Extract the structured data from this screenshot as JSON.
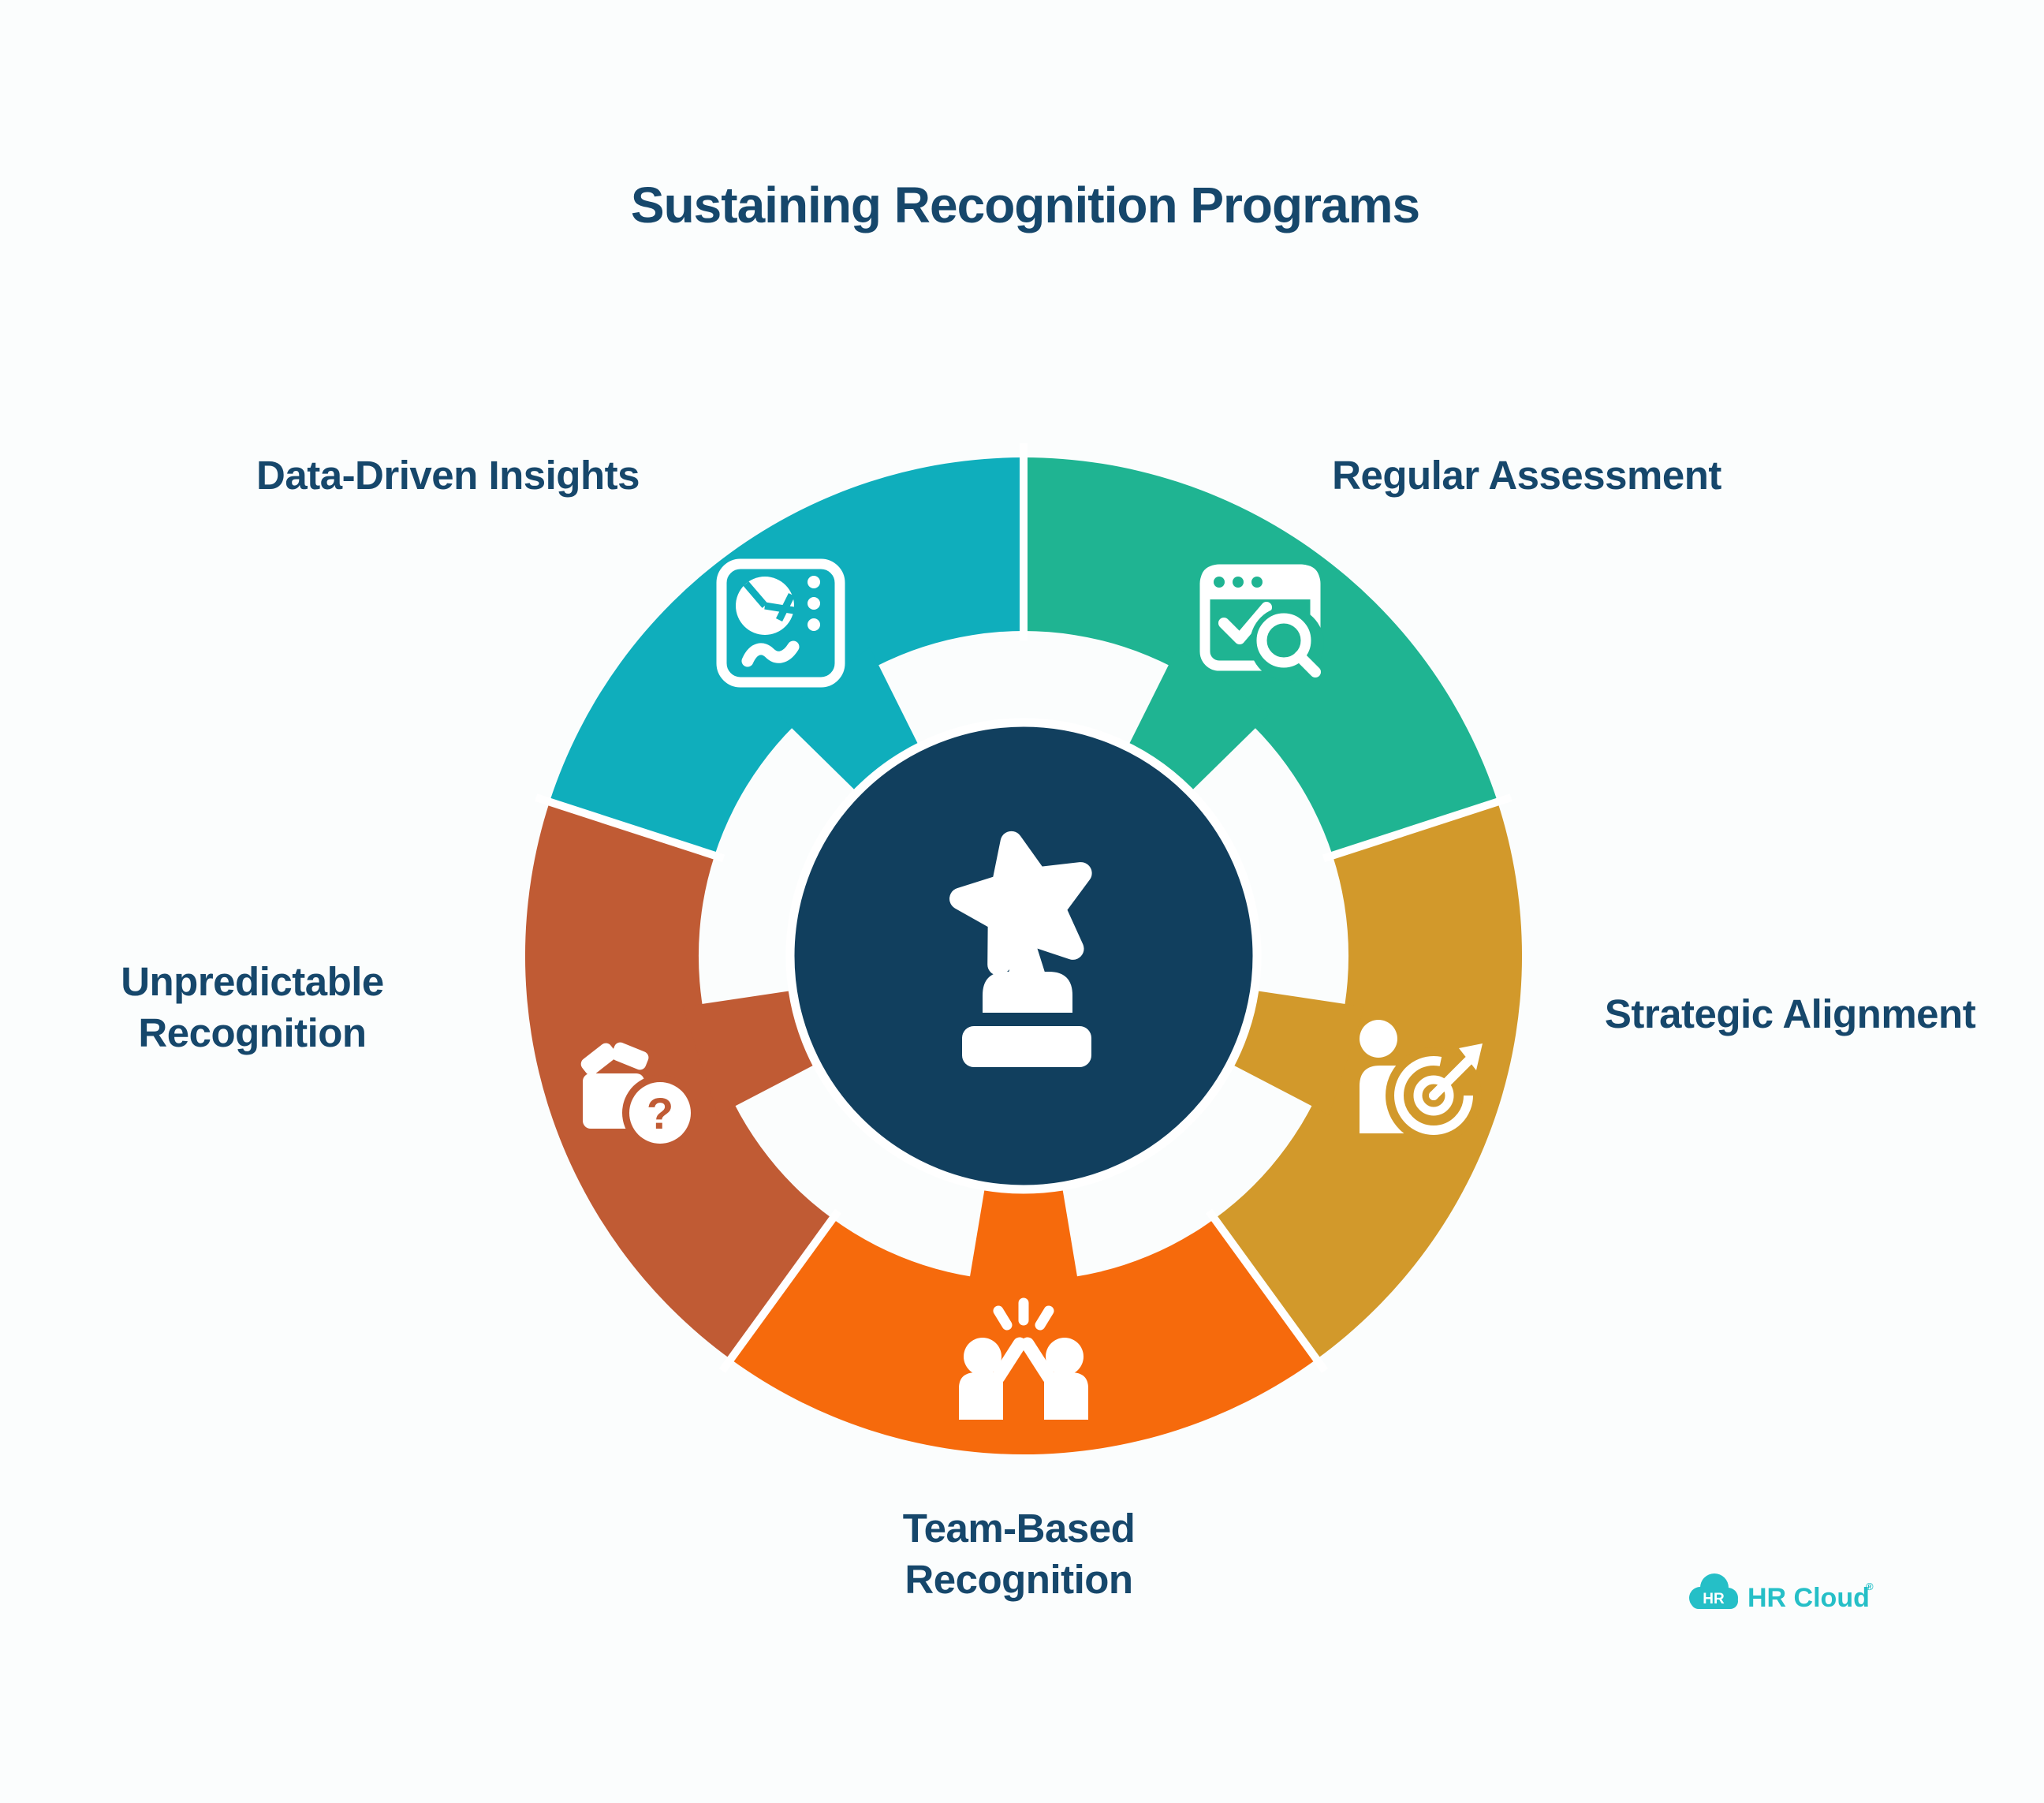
{
  "title": "Sustaining Recognition Programs",
  "colors": {
    "teal": "#0FAEBC",
    "green": "#1FB492",
    "gold": "#D2992B",
    "orange": "#F66A0C",
    "rust": "#C05B34",
    "navy": "#113F5E",
    "text": "#16476B",
    "background": "#FBFDFD",
    "white": "#FFFFFF",
    "logo_teal": "#25BFC7"
  },
  "segments": [
    {
      "id": "data-driven-insights",
      "label": "Data-Driven Insights",
      "color": "#0FAEBC",
      "icon": "dashboard-chart-icon"
    },
    {
      "id": "regular-assessment",
      "label": "Regular Assessment",
      "color": "#1FB492",
      "icon": "browser-check-search-icon"
    },
    {
      "id": "strategic-alignment",
      "label": "Strategic Alignment",
      "color": "#D2992B",
      "icon": "person-target-icon"
    },
    {
      "id": "team-based-recognition",
      "label": "Team-Based Recognition",
      "color": "#F66A0C",
      "icon": "high-five-icon"
    },
    {
      "id": "unpredictable-recognition",
      "label": "Unpredictable Recognition",
      "color": "#C05B34",
      "icon": "gift-question-icon"
    }
  ],
  "labels": {
    "data_driven": {
      "line1": "Data-Driven Insights"
    },
    "regular": {
      "line1": "Regular Assessment"
    },
    "strategic": {
      "line1": "Strategic Alignment"
    },
    "unpredictable": {
      "line1": "Unpredictable",
      "line2": "Recognition"
    },
    "team": {
      "line1": "Team-Based",
      "line2": "Recognition"
    }
  },
  "center": {
    "icon": "trophy-star-icon"
  },
  "logo": {
    "badge": "HR",
    "name": "HR Cloud",
    "reg": "®"
  },
  "icon_details": {
    "question_mark": "?"
  }
}
